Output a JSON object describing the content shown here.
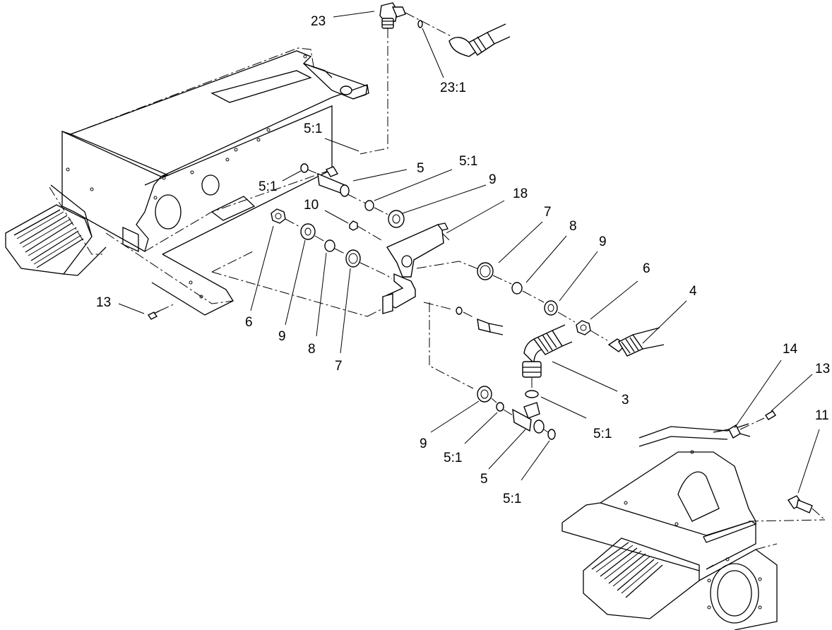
{
  "callouts": {
    "c23": "23",
    "c23_1": "23:1",
    "c5_1_a": "5:1",
    "c5_1_b": "5:1",
    "c5_1_c": "5:1",
    "c5_a": "5",
    "c9_a": "9",
    "c10": "10",
    "c18": "18",
    "c7_a": "7",
    "c8_a": "8",
    "c9_b": "9",
    "c6_a": "6",
    "c4": "4",
    "c13_a": "13",
    "c6_b": "6",
    "c9_c": "9",
    "c8_b": "8",
    "c7_b": "7",
    "c3": "3",
    "c14": "14",
    "c13_b": "13",
    "c5_1_d": "5:1",
    "c9_d": "9",
    "c5_1_e": "5:1",
    "c5_b": "5",
    "c5_1_f": "5:1",
    "c11": "11"
  }
}
